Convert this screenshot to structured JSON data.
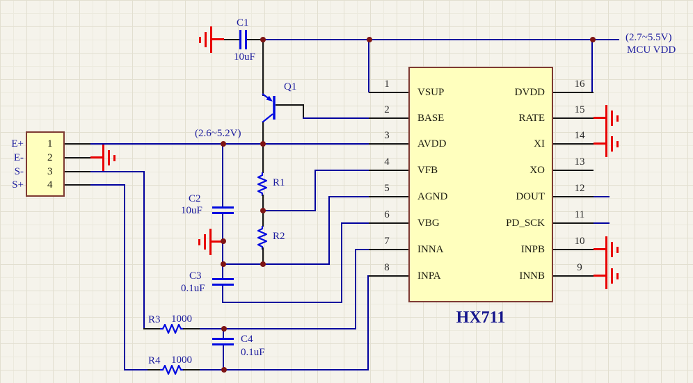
{
  "power": {
    "mcu_vdd_line1": "(2.7~5.5V)",
    "mcu_vdd_line2": "MCU VDD",
    "avdd_range": "(2.6~5.2V)"
  },
  "connector": {
    "pins": [
      {
        "num": "1",
        "label": "E+"
      },
      {
        "num": "2",
        "label": "E-"
      },
      {
        "num": "3",
        "label": "S-"
      },
      {
        "num": "4",
        "label": "S+"
      }
    ]
  },
  "ic": {
    "name": "HX711",
    "left_pins": [
      {
        "num": "1",
        "label": "VSUP"
      },
      {
        "num": "2",
        "label": "BASE"
      },
      {
        "num": "3",
        "label": "AVDD"
      },
      {
        "num": "4",
        "label": "VFB"
      },
      {
        "num": "5",
        "label": "AGND"
      },
      {
        "num": "6",
        "label": "VBG"
      },
      {
        "num": "7",
        "label": "INNA"
      },
      {
        "num": "8",
        "label": "INPA"
      }
    ],
    "right_pins": [
      {
        "num": "16",
        "label": "DVDD"
      },
      {
        "num": "15",
        "label": "RATE"
      },
      {
        "num": "14",
        "label": "XI"
      },
      {
        "num": "13",
        "label": "XO"
      },
      {
        "num": "12",
        "label": "DOUT"
      },
      {
        "num": "11",
        "label": "PD_SCK"
      },
      {
        "num": "10",
        "label": "INPB"
      },
      {
        "num": "9",
        "label": "INNB"
      }
    ]
  },
  "components": {
    "c1": {
      "ref": "C1",
      "value": "10uF"
    },
    "c2": {
      "ref": "C2",
      "value": "10uF"
    },
    "c3": {
      "ref": "C3",
      "value": "0.1uF"
    },
    "c4": {
      "ref": "C4",
      "value": "0.1uF"
    },
    "q1": {
      "ref": "Q1"
    },
    "r1": {
      "ref": "R1"
    },
    "r2": {
      "ref": "R2"
    },
    "r3": {
      "ref": "R3",
      "value": "1000"
    },
    "r4": {
      "ref": "R4",
      "value": "1000"
    }
  },
  "colors": {
    "wire_blue": "#00009E",
    "component_blue": "#0009E0",
    "label_blue": "#1C1C9E",
    "ground_red": "#E80000",
    "junction_dot": "#7E1515",
    "ic_fill": "#FFFFBE",
    "ic_border": "#7E3A32",
    "background": "#F5F3EB"
  }
}
